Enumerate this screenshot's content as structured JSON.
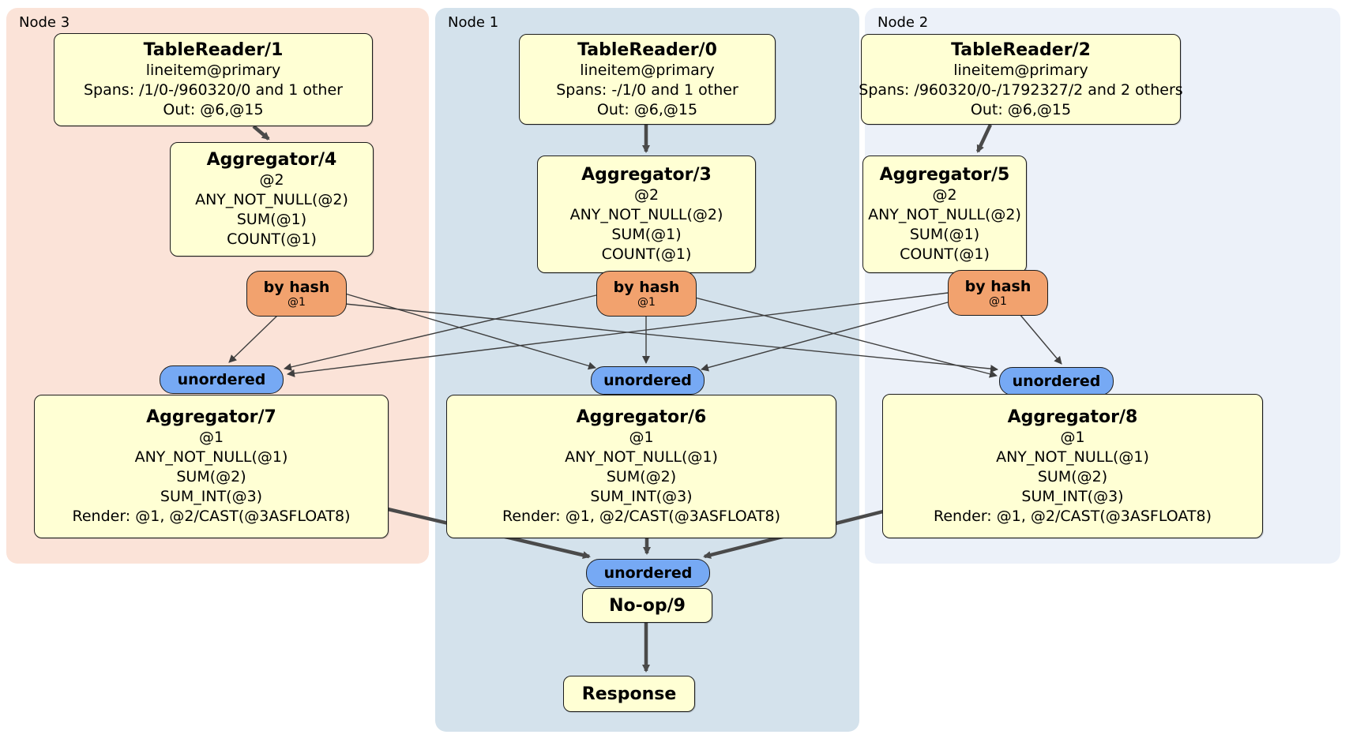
{
  "colors": {
    "node3_bg": "#fbe3d8",
    "node1_bg": "#d4e2ec",
    "node2_bg": "#ecf1f9",
    "processor_bg": "#ffffd4",
    "router_bg": "#f2a26e",
    "stream_bg": "#76a9f4",
    "edge_thin": "#3f3f3f",
    "edge_thick": "#4a4a4a"
  },
  "node3": {
    "label": "Node 3",
    "tr1": {
      "title": "TableReader/1",
      "l1": "lineitem@primary",
      "l2": "Spans: /1/0-/960320/0 and 1 other",
      "l3": "Out: @6,@15"
    },
    "agg4": {
      "title": "Aggregator/4",
      "l1": "@2",
      "l2": "ANY_NOT_NULL(@2)",
      "l3": "SUM(@1)",
      "l4": "COUNT(@1)"
    },
    "byhash": {
      "title": "by hash",
      "detail": "@1"
    },
    "unordered": "unordered",
    "agg7": {
      "title": "Aggregator/7",
      "l1": "@1",
      "l2": "ANY_NOT_NULL(@1)",
      "l3": "SUM(@2)",
      "l4": "SUM_INT(@3)",
      "l5": "Render: @1, @2/CAST(@3ASFLOAT8)"
    }
  },
  "node1": {
    "label": "Node 1",
    "tr0": {
      "title": "TableReader/0",
      "l1": "lineitem@primary",
      "l2": "Spans: -/1/0 and 1 other",
      "l3": "Out: @6,@15"
    },
    "agg3": {
      "title": "Aggregator/3",
      "l1": "@2",
      "l2": "ANY_NOT_NULL(@2)",
      "l3": "SUM(@1)",
      "l4": "COUNT(@1)"
    },
    "byhash": {
      "title": "by hash",
      "detail": "@1"
    },
    "unordered": "unordered",
    "agg6": {
      "title": "Aggregator/6",
      "l1": "@1",
      "l2": "ANY_NOT_NULL(@1)",
      "l3": "SUM(@2)",
      "l4": "SUM_INT(@3)",
      "l5": "Render: @1, @2/CAST(@3ASFLOAT8)"
    },
    "final_unordered": "unordered",
    "noop": {
      "title": "No-op/9"
    },
    "response": {
      "title": "Response"
    }
  },
  "node2": {
    "label": "Node 2",
    "tr2": {
      "title": "TableReader/2",
      "l1": "lineitem@primary",
      "l2": "Spans: /960320/0-/1792327/2 and 2 others",
      "l3": "Out: @6,@15"
    },
    "agg5": {
      "title": "Aggregator/5",
      "l1": "@2",
      "l2": "ANY_NOT_NULL(@2)",
      "l3": "SUM(@1)",
      "l4": "COUNT(@1)"
    },
    "byhash": {
      "title": "by hash",
      "detail": "@1"
    },
    "unordered": "unordered",
    "agg8": {
      "title": "Aggregator/8",
      "l1": "@1",
      "l2": "ANY_NOT_NULL(@1)",
      "l3": "SUM(@2)",
      "l4": "SUM_INT(@3)",
      "l5": "Render: @1, @2/CAST(@3ASFLOAT8)"
    }
  }
}
